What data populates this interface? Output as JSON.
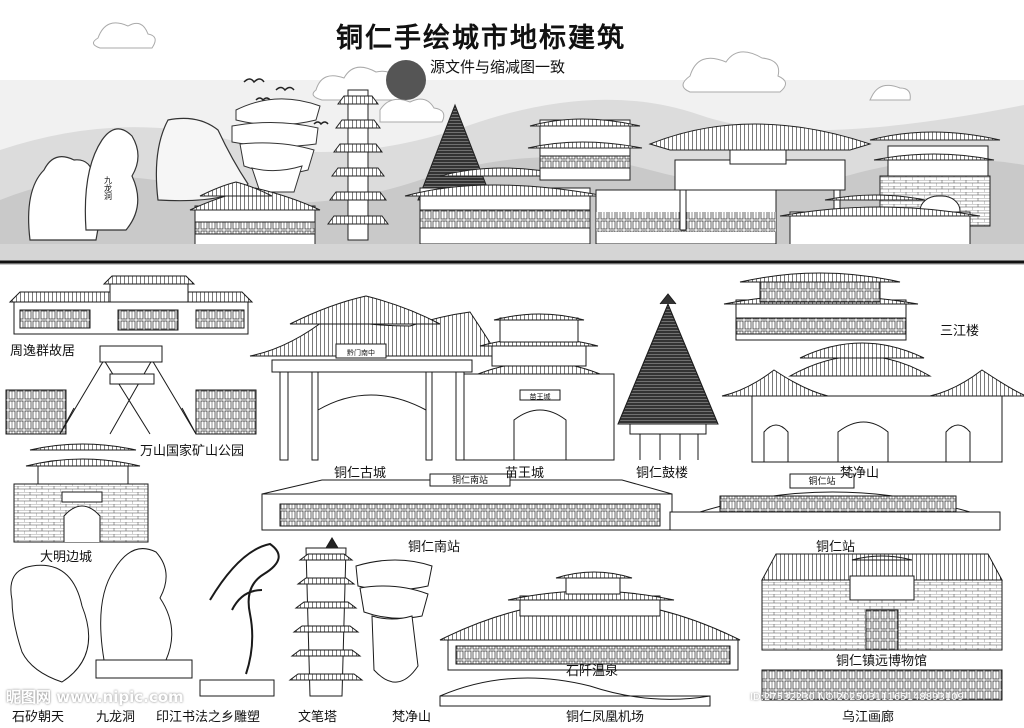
{
  "title": "铜仁手绘城市地标建筑",
  "subtitle": "源文件与缩减图一致",
  "landmarks": {
    "zhou_yi_qun": "周逸群故居",
    "wanshan": "万山国家矿山公园",
    "tongren_old_town": "铜仁古城",
    "miao_wang": "苗王城",
    "drum_tower": "铜仁鼓楼",
    "sanjiang": "三江楼",
    "fanjing_gate": "梵净山",
    "daming": "大明边城",
    "south_station": "铜仁南站",
    "station": "铜仁站",
    "shiqian": "石阡温泉",
    "museum": "铜仁镇远博物馆",
    "shiyi": "石矽朝天",
    "jiulong": "九龙洞",
    "calligraphy": "印江书法之乡雕塑",
    "wenbi": "文笔塔",
    "fanjing_rock": "梵净山",
    "airport": "铜仁凤凰机场",
    "wujiang": "乌江画廊"
  },
  "signs": {
    "gate": "黔门南中",
    "miao": "苗王城",
    "south_station": "铜仁南站",
    "station": "铜仁站",
    "jiulong_rock": "九龙洞"
  },
  "watermark": {
    "brand": "昵图网 www.nipic.com",
    "id": "ID:27532230 NO:20250311165148893109"
  },
  "colors": {
    "ink": "#111111",
    "sky": "#e4e4e4",
    "mountain": "#c9c9c9",
    "sun": "#555555"
  }
}
